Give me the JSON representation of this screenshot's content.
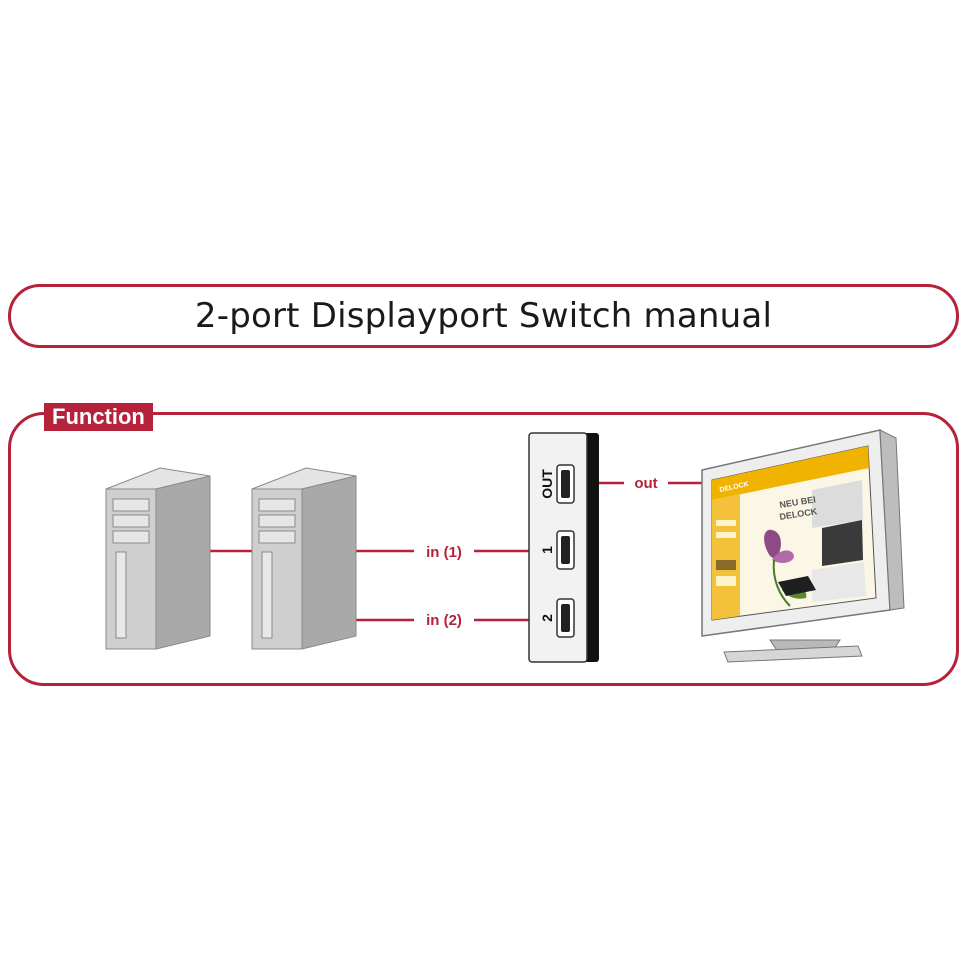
{
  "header": {
    "title": "2-port Displayport Switch manual"
  },
  "section": {
    "tag": "Function"
  },
  "links": {
    "in1": "in (1)",
    "in2": "in (2)",
    "out": "out"
  },
  "switch": {
    "ports": [
      "OUT",
      "1",
      "2"
    ]
  },
  "monitor": {
    "screen_logo": "DELOCK",
    "screen_headline_line1": "NEU BEI",
    "screen_headline_line2": "DELOCK"
  },
  "colors": {
    "accent": "#b5223a",
    "tower": "#c8c8c8",
    "switch_body": "#f2f2f2",
    "screen_yellow": "#f0b400"
  },
  "icons": [
    "computer-tower-icon",
    "displayport-icon",
    "monitor-icon",
    "flower-icon"
  ]
}
